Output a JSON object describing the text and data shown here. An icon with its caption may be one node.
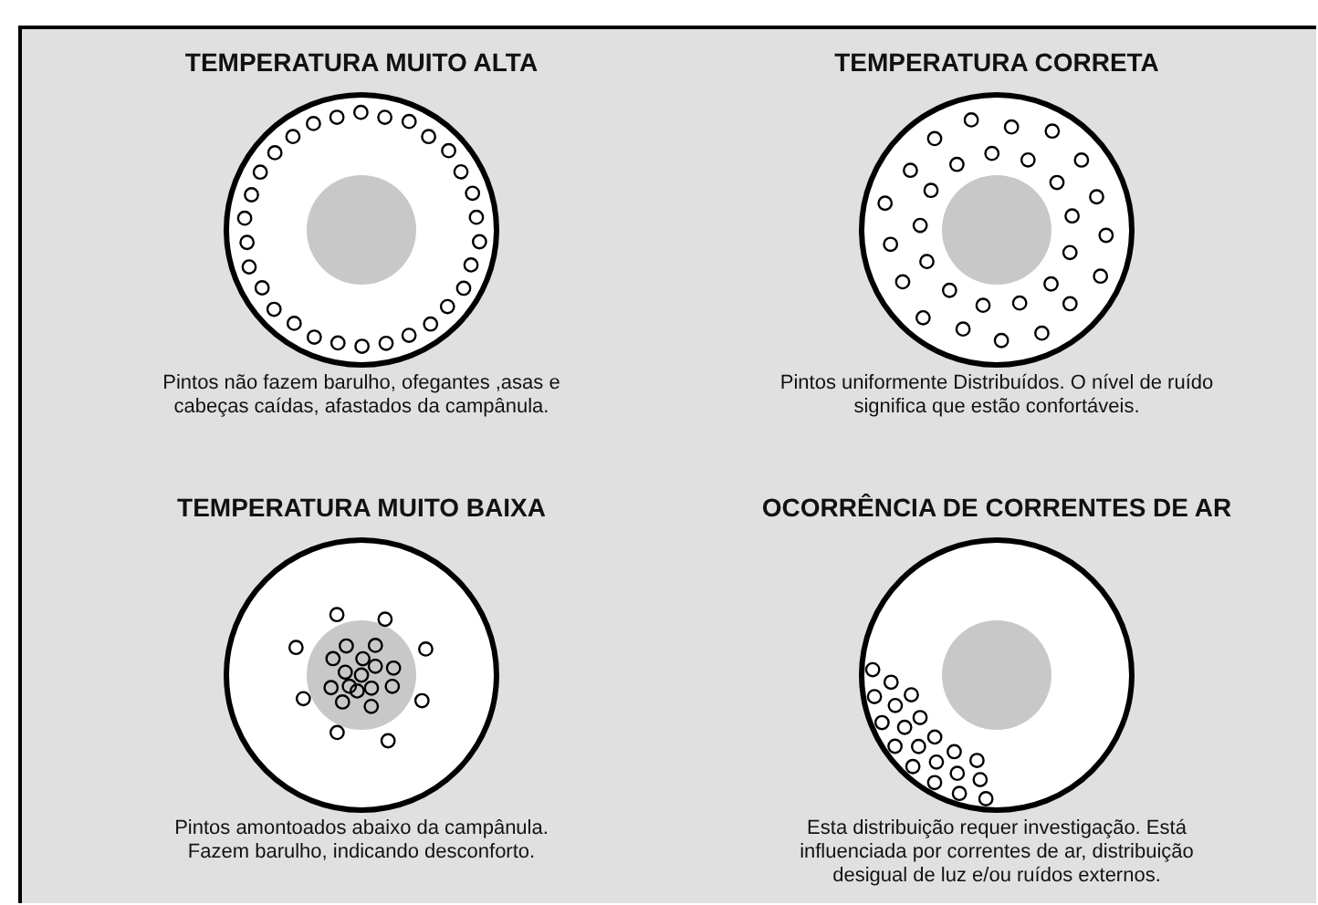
{
  "diagram": {
    "nodes": [
      {
        "text": [
          "TEMPERATURA MUITO ALTA"
        ],
        "beside": [
          "Pintos não fazem barulho, ofegantes ,asas e cabeças caídas, afastados da campânula."
        ]
      },
      {
        "text": [
          "TEMPERATURA CORRETA"
        ],
        "beside": [
          "Pintos uniformente Distribuídos. O nível de ruído significa que estão confortáveis."
        ]
      },
      {
        "text": [
          "TEMPERATURA MUITO BAIXA"
        ],
        "beside": [
          "Pintos amontoados abaixo da campânula. Fazem barulho, indicando desconforto."
        ]
      },
      {
        "text": [
          "OCORRÊNCIA DE CORRENTES DE AR"
        ],
        "beside": [
          "Esta distribuição requer investigação. Está influenciada por correntes de ar, distribuição desigual de luz e/ou ruídos externos."
        ]
      }
    ]
  }
}
